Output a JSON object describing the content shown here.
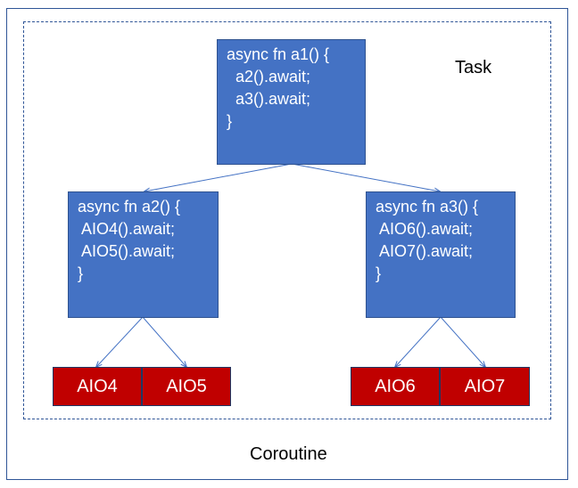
{
  "outer": {
    "label": "Coroutine"
  },
  "task": {
    "label": "Task"
  },
  "nodes": {
    "a1": {
      "lines": [
        "async fn a1() {",
        "  a2().await;",
        "  a3().await;",
        "}"
      ]
    },
    "a2": {
      "lines": [
        "async fn a2() {",
        " AIO4().await;",
        " AIO5().await;",
        "}"
      ]
    },
    "a3": {
      "lines": [
        "async fn a3() {",
        " AIO6().await;",
        " AIO7().await;",
        "}"
      ]
    }
  },
  "aio": {
    "aio4": "AIO4",
    "aio5": "AIO5",
    "aio6": "AIO6",
    "aio7": "AIO7"
  },
  "colors": {
    "function_box": "#4472C4",
    "aio_box": "#C00000",
    "edge": "#4472C4",
    "frame": "#2F5597"
  }
}
